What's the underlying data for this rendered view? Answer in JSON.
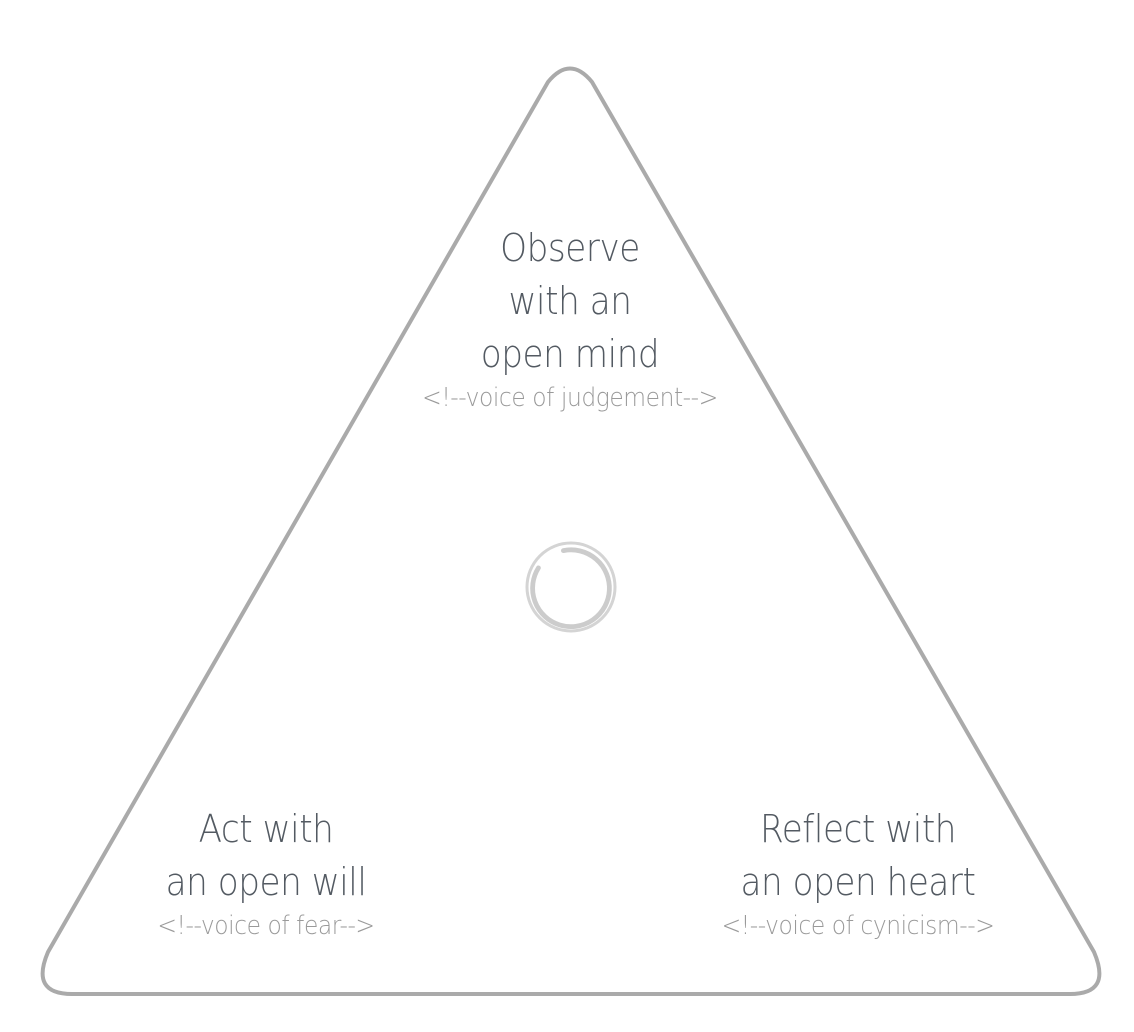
{
  "diagram": {
    "stroke_color": "#aaaaaa",
    "text_color": "#535a62",
    "voice_color": "#9a9a9a",
    "top": {
      "lines": [
        "Observe",
        "with an",
        "open mind"
      ],
      "voice": "<!--voice of judgement-->"
    },
    "bottom_left": {
      "lines": [
        "Act with",
        "an open will"
      ],
      "voice": "<!--voice of fear-->"
    },
    "bottom_right": {
      "lines": [
        "Reflect with",
        "an open heart"
      ],
      "voice": "<!--voice of cynicism-->"
    },
    "center_icon": "loading-spinner-icon"
  }
}
